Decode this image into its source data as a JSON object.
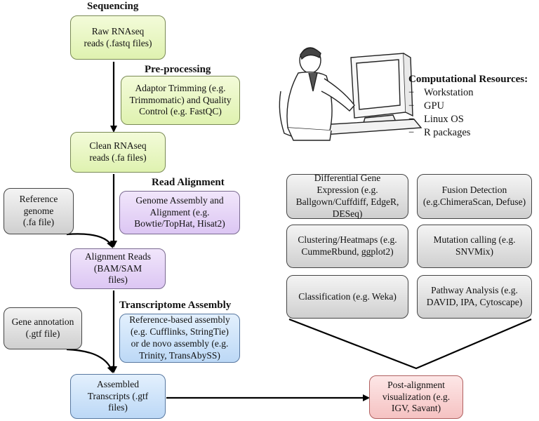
{
  "headings": {
    "sequencing": "Sequencing",
    "preprocessing": "Pre-processing",
    "read_alignment": "Read Alignment",
    "transcriptome_assembly": "Transcriptome Assembly"
  },
  "pipeline": {
    "raw_reads": "Raw RNAseq\nreads (.fastq files)",
    "adaptor_trimming": "Adaptor Trimming (e.g.\nTrimmomatic) and Quality\nControl (e.g. FastQC)",
    "clean_reads": "Clean RNAseq\nreads (.fa files)",
    "reference_genome": "Reference\ngenome\n(.fa file)",
    "genome_assembly": "Genome Assembly and\nAlignment (e.g.\nBowtie/TopHat, Hisat2)",
    "alignment_reads": "Alignment Reads\n(BAM/SAM\nfiles)",
    "gene_annotation": "Gene annotation\n(.gtf file)",
    "reference_assembly": "Reference-based assembly\n(e.g. Cufflinks, StringTie)\nor de novo assembly (e.g.\nTrinity, TransAbySS)",
    "assembled_transcripts": "Assembled\nTranscripts (.gtf\nfiles)",
    "post_alignment": "Post-alignment\nvisualization (e.g.\nIGV, Savant)"
  },
  "resources": {
    "title": "Computational Resources:",
    "items": [
      "Workstation",
      "GPU",
      "Linux OS",
      "R packages"
    ]
  },
  "analyses": {
    "differential": "Differential Gene\nExpression (e.g.\nBallgown/Cuffdiff, EdgeR,\nDESeq)",
    "fusion": "Fusion Detection\n(e.g.ChimeraScan, Defuse)",
    "clustering": "Clustering/Heatmaps (e.g.\nCummeRbund, ggplot2)",
    "mutation": "Mutation calling (e.g.\nSNVMix)",
    "classification": "Classification (e.g. Weka)",
    "pathway": "Pathway Analysis  (e.g.\nDAVID, IPA, Cytoscape)"
  },
  "colors": {
    "green": "#dff2b0",
    "purple": "#dcc6f3",
    "blue": "#bcd8f6",
    "gray": "#cfcfcf",
    "red": "#f5c2c2"
  }
}
